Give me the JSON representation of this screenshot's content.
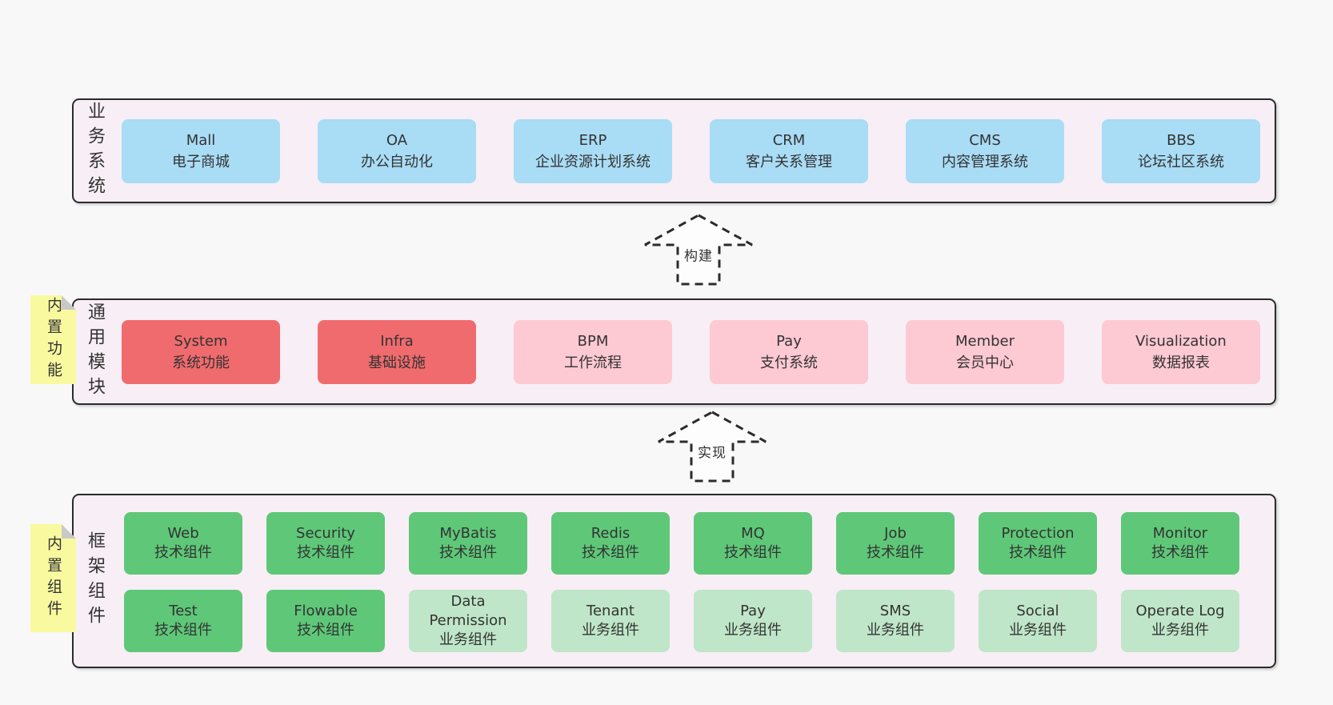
{
  "colors": {
    "page_bg": "#f8f8f8",
    "container_bg": "#f8eef6",
    "container_border": "#2b2b2b",
    "blue": "#a9dcf5",
    "red": "#f06b6e",
    "pink": "#fdc9d3",
    "green": "#5ec878",
    "green_light": "#bfe6c8",
    "note_bg": "#f9f9a0",
    "note_fold": "#c9c9c9",
    "text": "#333333"
  },
  "notes": [
    {
      "text": "内置功能"
    },
    {
      "text": "内置组件"
    }
  ],
  "arrows": [
    {
      "label": "构建"
    },
    {
      "label": "实现"
    }
  ],
  "layers": [
    {
      "label": "业务系统",
      "boxes": [
        {
          "title": "Mall",
          "subtitle": "电子商城",
          "variant": "blue"
        },
        {
          "title": "OA",
          "subtitle": "办公自动化",
          "variant": "blue"
        },
        {
          "title": "ERP",
          "subtitle": "企业资源计划系统",
          "variant": "blue"
        },
        {
          "title": "CRM",
          "subtitle": "客户关系管理",
          "variant": "blue"
        },
        {
          "title": "CMS",
          "subtitle": "内容管理系统",
          "variant": "blue"
        },
        {
          "title": "BBS",
          "subtitle": "论坛社区系统",
          "variant": "blue"
        }
      ]
    },
    {
      "label": "通用模块",
      "boxes": [
        {
          "title": "System",
          "subtitle": "系统功能",
          "variant": "red"
        },
        {
          "title": "Infra",
          "subtitle": "基础设施",
          "variant": "red"
        },
        {
          "title": "BPM",
          "subtitle": "工作流程",
          "variant": "pink"
        },
        {
          "title": "Pay",
          "subtitle": "支付系统",
          "variant": "pink"
        },
        {
          "title": "Member",
          "subtitle": "会员中心",
          "variant": "pink"
        },
        {
          "title": "Visualization",
          "subtitle": "数据报表",
          "variant": "pink"
        }
      ]
    },
    {
      "label": "框架组件",
      "boxes": [
        {
          "title": "Web",
          "subtitle": "技术组件",
          "variant": "green"
        },
        {
          "title": "Security",
          "subtitle": "技术组件",
          "variant": "green"
        },
        {
          "title": "MyBatis",
          "subtitle": "技术组件",
          "variant": "green"
        },
        {
          "title": "Redis",
          "subtitle": "技术组件",
          "variant": "green"
        },
        {
          "title": "MQ",
          "subtitle": "技术组件",
          "variant": "green"
        },
        {
          "title": "Job",
          "subtitle": "技术组件",
          "variant": "green"
        },
        {
          "title": "Protection",
          "subtitle": "技术组件",
          "variant": "green"
        },
        {
          "title": "Monitor",
          "subtitle": "技术组件",
          "variant": "green"
        },
        {
          "title": "Test",
          "subtitle": "技术组件",
          "variant": "green"
        },
        {
          "title": "Flowable",
          "subtitle": "技术组件",
          "variant": "green"
        },
        {
          "title": "Data Permission",
          "subtitle": "业务组件",
          "variant": "green-light"
        },
        {
          "title": "Tenant",
          "subtitle": "业务组件",
          "variant": "green-light"
        },
        {
          "title": "Pay",
          "subtitle": "业务组件",
          "variant": "green-light"
        },
        {
          "title": "SMS",
          "subtitle": "业务组件",
          "variant": "green-light"
        },
        {
          "title": "Social",
          "subtitle": "业务组件",
          "variant": "green-light"
        },
        {
          "title": "Operate Log",
          "subtitle": "业务组件",
          "variant": "green-light"
        }
      ]
    }
  ]
}
